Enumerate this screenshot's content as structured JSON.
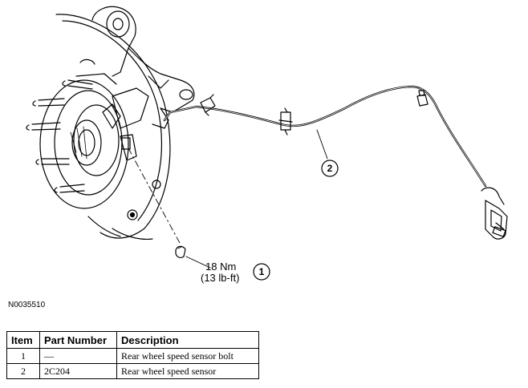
{
  "callouts": {
    "bubble_1": "1",
    "bubble_2": "2",
    "torque_value": "18 Nm",
    "torque_alt": "(13 lb-ft)"
  },
  "figure_id": "N0035510",
  "parts_table": {
    "headers": [
      "Item",
      "Part Number",
      "Description"
    ],
    "rows": [
      {
        "item": "1",
        "part_number": "—",
        "description": "Rear wheel speed sensor bolt"
      },
      {
        "item": "2",
        "part_number": "2C204",
        "description": "Rear wheel speed sensor"
      }
    ]
  }
}
